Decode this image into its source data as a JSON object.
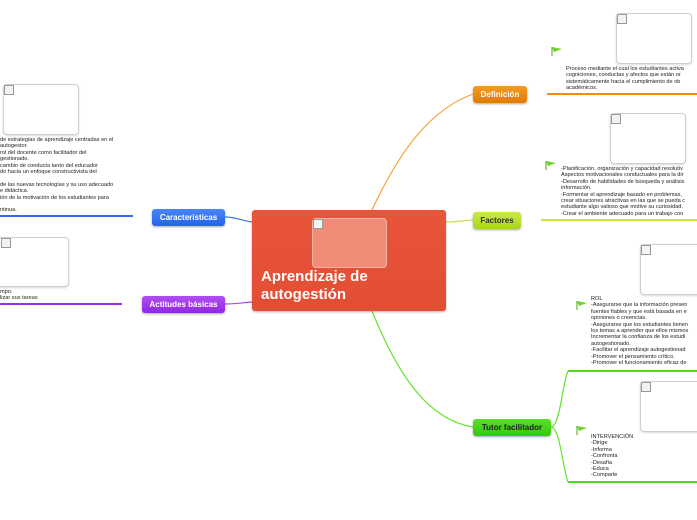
{
  "central": {
    "title": "Aprendizaje de autogestión"
  },
  "nodes": {
    "definicion": "Definición",
    "factores": "Factores",
    "tutor": "Tutor facilitador",
    "caracteristicas": "Características",
    "actitudes": "Actitudes básicas"
  },
  "definicion_text": [
    "Proceso mediante el cual los estudiantes activa",
    "  cogniciones, conductas y afectos  que están or",
    "sistemáticamente hacia el cumplimiento  de ob",
    "académicos."
  ],
  "factores_text": [
    "-Planificación, organización y capacidad resolutiv",
    "Aspectos motivacionales conductuales para la dir",
    "-Desarrollo de habilidades de búsqueda y análisis",
    "información.",
    "-Formentar el aprendizaje basado en problemas,",
    "crear situaciones atractivas en las que se pueda c",
    "estudiante algo valioso que motive su curiosidad.",
    "-Crear el ambiente adecuado para un trabajo coo"
  ],
  "rol_text": [
    "ROL",
    "-Asegurarse que la información presen",
    "fuentes fiables y que está basada en e",
    "opiniones o creencias.",
    "-Asegurarse que los estudiantes tienen",
    "los temas a aprender que ellos mismos",
    "Incrementar la confianza de los estudi",
    "autogestionado.",
    "-Facilitar el aprendizaje autogestionad",
    "-Promover el pensamiento crítico.",
    "-Promover el funcionamiento eficaz de"
  ],
  "intervencion_text": [
    "INTERVENCIÓN",
    " -Dirige",
    " -Informa",
    " -Confronta",
    " -Desafía",
    " -Educa",
    " -Comparte"
  ],
  "caracteristicas_text": [
    "de estrategias de aprendizaje centradas en el",
    "autogestor.",
    "rol del docente como facilitador del",
    "gestionado.",
    "cambio de conducta tanto del educador",
    "do hacia un enfoque constructivista del",
    "",
    "de las nuevas tecnologías y su uso adecuado",
    "e didáctica.",
    "ión de la motivación de los estudiantes para",
    "",
    "ntinua."
  ],
  "actitudes_text": [
    "mpo.",
    "lizar sus tareas"
  ],
  "colors": {
    "central": "#e4503a",
    "definicion": "#f08b10",
    "factores": "#b5dd24",
    "tutor": "#3fd411",
    "caracteristicas": "#2f6ef0",
    "actitudes": "#a02ee8"
  }
}
